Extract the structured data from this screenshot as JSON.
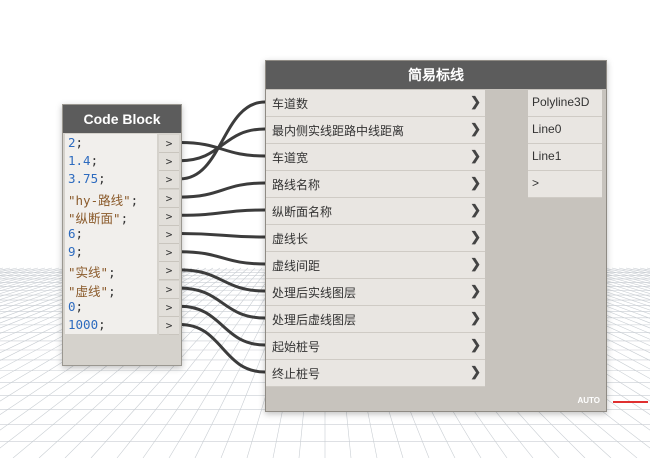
{
  "colors": {
    "header_bg": "#5c5c5c",
    "node_body": "#d5d2cc",
    "port_bg": "#e9e6e2",
    "number_text": "#2d6bbf",
    "string_text": "#8a5a2a",
    "wire": "#3c3c3c",
    "grid": "#c9ced3",
    "axis_red": "#e03030"
  },
  "code_block": {
    "title": "Code Block",
    "lines": [
      {
        "text": "2",
        "kind": "num"
      },
      {
        "text": "1.4",
        "kind": "num"
      },
      {
        "text": "3.75",
        "kind": "num"
      },
      {
        "text": "\"hy-路线\"",
        "kind": "str"
      },
      {
        "text": "\"纵断面\"",
        "kind": "str"
      },
      {
        "text": "6",
        "kind": "num"
      },
      {
        "text": "9",
        "kind": "num"
      },
      {
        "text": "\"实线\"",
        "kind": "str"
      },
      {
        "text": "\"虚线\"",
        "kind": "str"
      },
      {
        "text": "0",
        "kind": "num"
      },
      {
        "text": "1000",
        "kind": "num"
      }
    ],
    "terminator": ";",
    "port_glyph": ">"
  },
  "node": {
    "title": "简易标线",
    "inputs": [
      "车道数",
      "最内侧实线距路中线距离",
      "车道宽",
      "路线名称",
      "纵断面名称",
      "虚线长",
      "虚线间距",
      "处理后实线图层",
      "处理后虚线图层",
      "起始桩号",
      "终止桩号"
    ],
    "input_glyph": "❯",
    "outputs": [
      "Polyline3D",
      "Line0",
      "Line1",
      ">"
    ],
    "lacing": "AUTO"
  },
  "connections": [
    {
      "from": 0,
      "to": 2
    },
    {
      "from": 1,
      "to": 1
    },
    {
      "from": 2,
      "to": 0
    },
    {
      "from": 3,
      "to": 3
    },
    {
      "from": 4,
      "to": 4
    },
    {
      "from": 5,
      "to": 5
    },
    {
      "from": 6,
      "to": 6
    },
    {
      "from": 7,
      "to": 7
    },
    {
      "from": 8,
      "to": 8
    },
    {
      "from": 9,
      "to": 9
    },
    {
      "from": 10,
      "to": 10
    }
  ]
}
